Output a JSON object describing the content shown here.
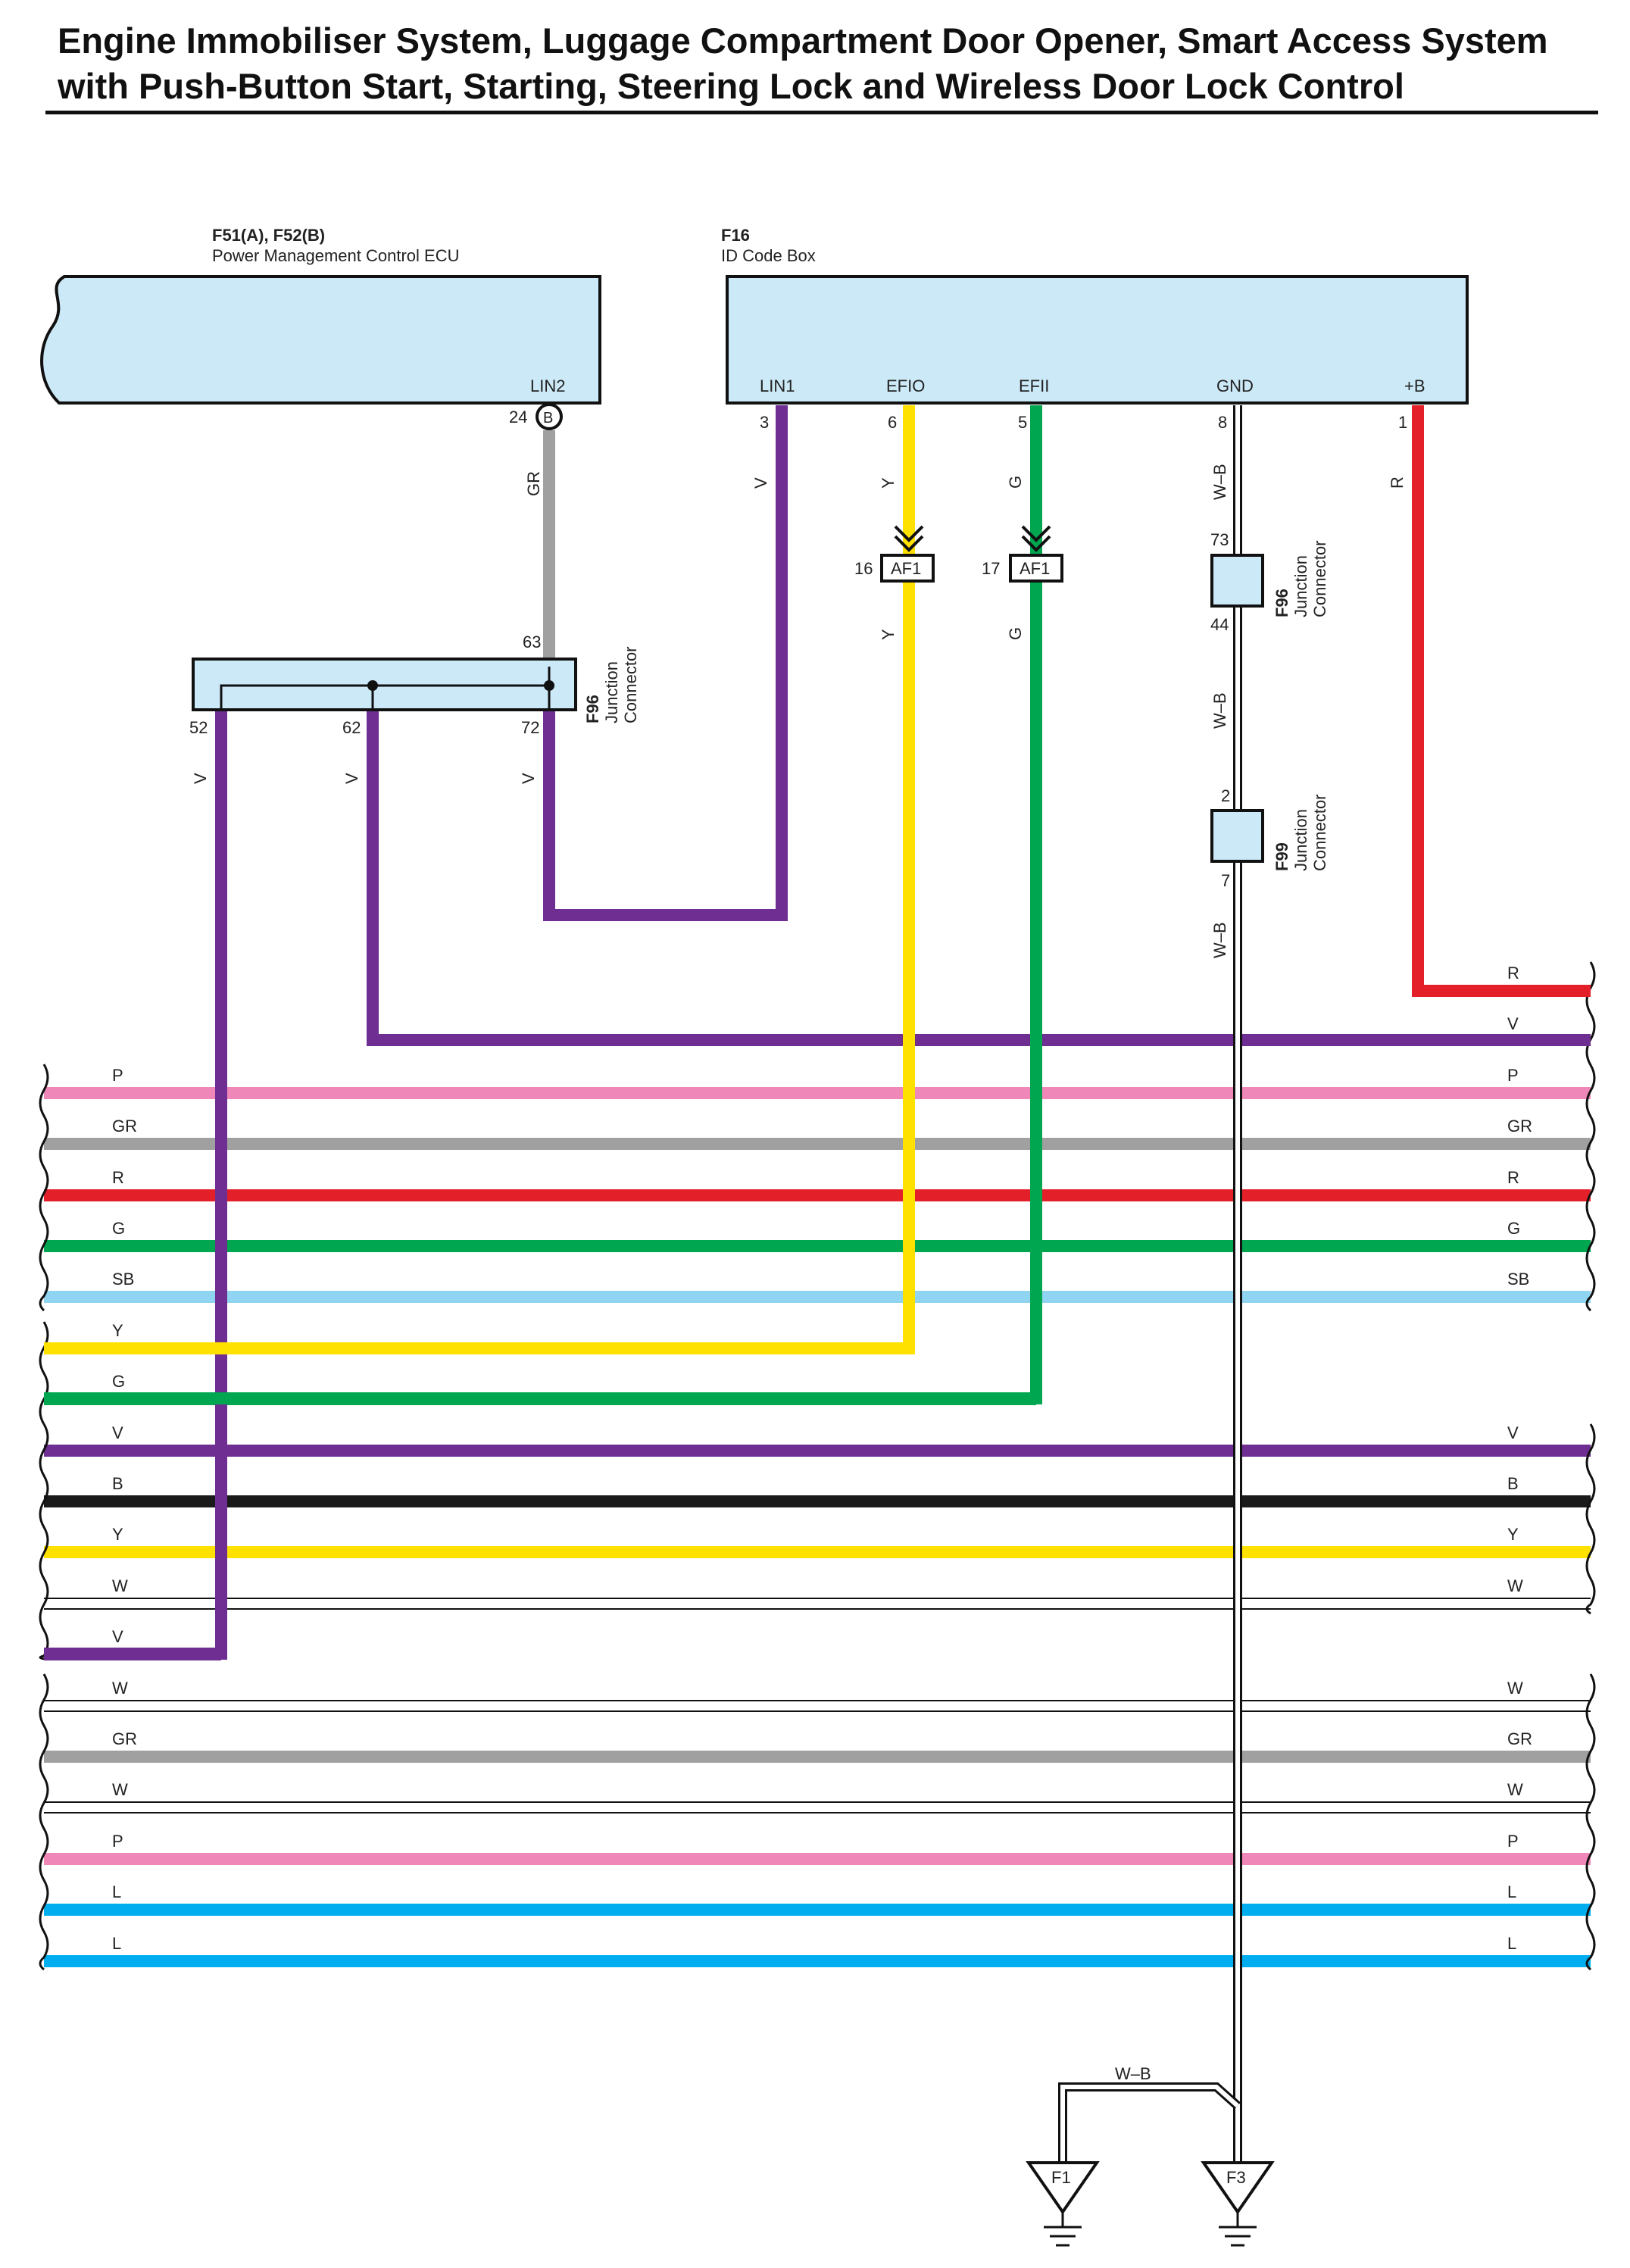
{
  "title": {
    "line1": "Engine Immobiliser System, Luggage Compartment Door Opener, Smart Access System",
    "line2": "with Push-Button Start, Starting, Steering Lock and Wireless Door Lock Control"
  },
  "colors": {
    "V": "#6f2e91",
    "GR": "#a0a0a0",
    "Y": "#ffe100",
    "G": "#00a650",
    "R": "#e3202a",
    "P": "#ef88b8",
    "SB": "#8fd5f2",
    "B": "#1a1a1a",
    "W": "#ffffff",
    "L": "#00aeef",
    "box_fill": "#cce9f7",
    "outline": "#111111"
  },
  "ecu": {
    "code": "F51(A), F52(B)",
    "name": "Power Management Control ECU",
    "pin_label": "LIN2",
    "pin_no": "24",
    "connector": "B"
  },
  "idbox": {
    "code": "F16",
    "name": "ID Code Box",
    "pins": [
      {
        "label": "LIN1",
        "no": "3"
      },
      {
        "label": "EFIO",
        "no": "6"
      },
      {
        "label": "EFII",
        "no": "5"
      },
      {
        "label": "GND",
        "no": "8"
      },
      {
        "label": "+B",
        "no": "1"
      }
    ]
  },
  "junction_f96_main": {
    "code": "F96",
    "name_line1": "Junction",
    "name_line2": "Connector",
    "pin_in": "63",
    "pins_out": [
      "52",
      "62",
      "72"
    ]
  },
  "junction_f96_small": {
    "code": "F96",
    "name_line1": "Junction",
    "name_line2": "Connector",
    "pin_top": "73",
    "pin_bottom": "44"
  },
  "junction_f99": {
    "code": "F99",
    "name_line1": "Junction",
    "name_line2": "Connector",
    "pin_top": "2",
    "pin_bottom": "7"
  },
  "inline_connectors": [
    {
      "name": "AF1",
      "pin": "16"
    },
    {
      "name": "AF1",
      "pin": "17"
    }
  ],
  "wire_labels": {
    "gr": "GR",
    "lin1": "V",
    "efio_upper": "Y",
    "efio_lower": "Y",
    "efii_upper": "G",
    "efii_lower": "G",
    "gnd_1": "W–B",
    "gnd_2": "W–B",
    "gnd_3": "W–B",
    "plus_b": "R",
    "v52": "V",
    "v62": "V",
    "v72": "V",
    "ground_link": "W–B"
  },
  "grounds": [
    "F1",
    "F3"
  ],
  "buses": [
    {
      "left": "",
      "right": "R",
      "color": "R",
      "span": "right"
    },
    {
      "left": "",
      "right": "V",
      "color": "V",
      "span": "right"
    },
    {
      "left": "P",
      "right": "P",
      "color": "P",
      "span": "full"
    },
    {
      "left": "GR",
      "right": "GR",
      "color": "GR",
      "span": "full"
    },
    {
      "left": "R",
      "right": "R",
      "color": "R",
      "span": "full"
    },
    {
      "left": "G",
      "right": "G",
      "color": "G",
      "span": "full"
    },
    {
      "left": "SB",
      "right": "SB",
      "color": "SB",
      "span": "full"
    },
    {
      "left": "Y",
      "right": "",
      "color": "Y",
      "span": "left"
    },
    {
      "left": "G",
      "right": "",
      "color": "G",
      "span": "left"
    },
    {
      "left": "V",
      "right": "V",
      "color": "V",
      "span": "full"
    },
    {
      "left": "B",
      "right": "B",
      "color": "B",
      "span": "full"
    },
    {
      "left": "Y",
      "right": "Y",
      "color": "Y",
      "span": "full"
    },
    {
      "left": "W",
      "right": "W",
      "color": "W",
      "span": "full"
    },
    {
      "left": "V",
      "right": "",
      "color": "V",
      "span": "left"
    },
    {
      "left": "W",
      "right": "W",
      "color": "W",
      "span": "full"
    },
    {
      "left": "GR",
      "right": "GR",
      "color": "GR",
      "span": "full"
    },
    {
      "left": "W",
      "right": "W",
      "color": "W",
      "span": "full"
    },
    {
      "left": "P",
      "right": "P",
      "color": "P",
      "span": "full"
    },
    {
      "left": "L",
      "right": "L",
      "color": "L",
      "span": "full"
    },
    {
      "left": "L",
      "right": "L",
      "color": "L",
      "span": "full"
    }
  ]
}
